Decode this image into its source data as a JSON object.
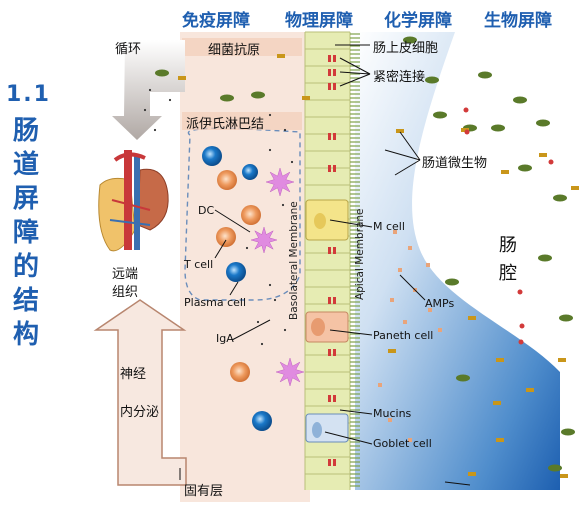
{
  "headers": {
    "immune": "免疫屏障",
    "physical": "物理屏障",
    "chemical": "化学屏障",
    "biological": "生物屏障"
  },
  "title": {
    "number": "1.1",
    "chars": [
      "肠",
      "道",
      "屏",
      "障",
      "的",
      "结",
      "构"
    ]
  },
  "labels": {
    "circulation": "循环",
    "bacterial_antigen": "细菌抗原",
    "peyers_patch": "派伊氏淋巴结",
    "distal_tissue": "远端\n组织",
    "distal_1": "远端",
    "distal_2": "组织",
    "nerve": "神经",
    "endocrine": "内分泌",
    "lamina_propria": "固有层",
    "epithelial_cell": "肠上皮细胞",
    "tight_junction": "紧密连接",
    "microbiota": "肠道微生物",
    "lumen_1": "肠",
    "lumen_2": "腔",
    "dc": "DC",
    "tcell": "T cell",
    "plasma_cell": "Plasma cell",
    "iga": "IgA",
    "mcell": "M cell",
    "amps": "AMPs",
    "paneth": "Paneth cell",
    "mucins": "Mucins",
    "goblet": "Goblet cell",
    "basolateral": "Basolateral Membrane",
    "apical": "Apical Membrane"
  },
  "colors": {
    "header_blue": "#1f5fb0",
    "lamina_bg": "#f8e6dc",
    "epithelium": "#e6ecb3",
    "lumen_blue": "#2f6fb8",
    "bacteria_green": "#5a7a2a",
    "bacteria_gold": "#c9961a",
    "immune_cell_blue": "#1a78c8",
    "immune_cell_orange": "#e8884a",
    "dendritic_pink": "#e08be0"
  }
}
